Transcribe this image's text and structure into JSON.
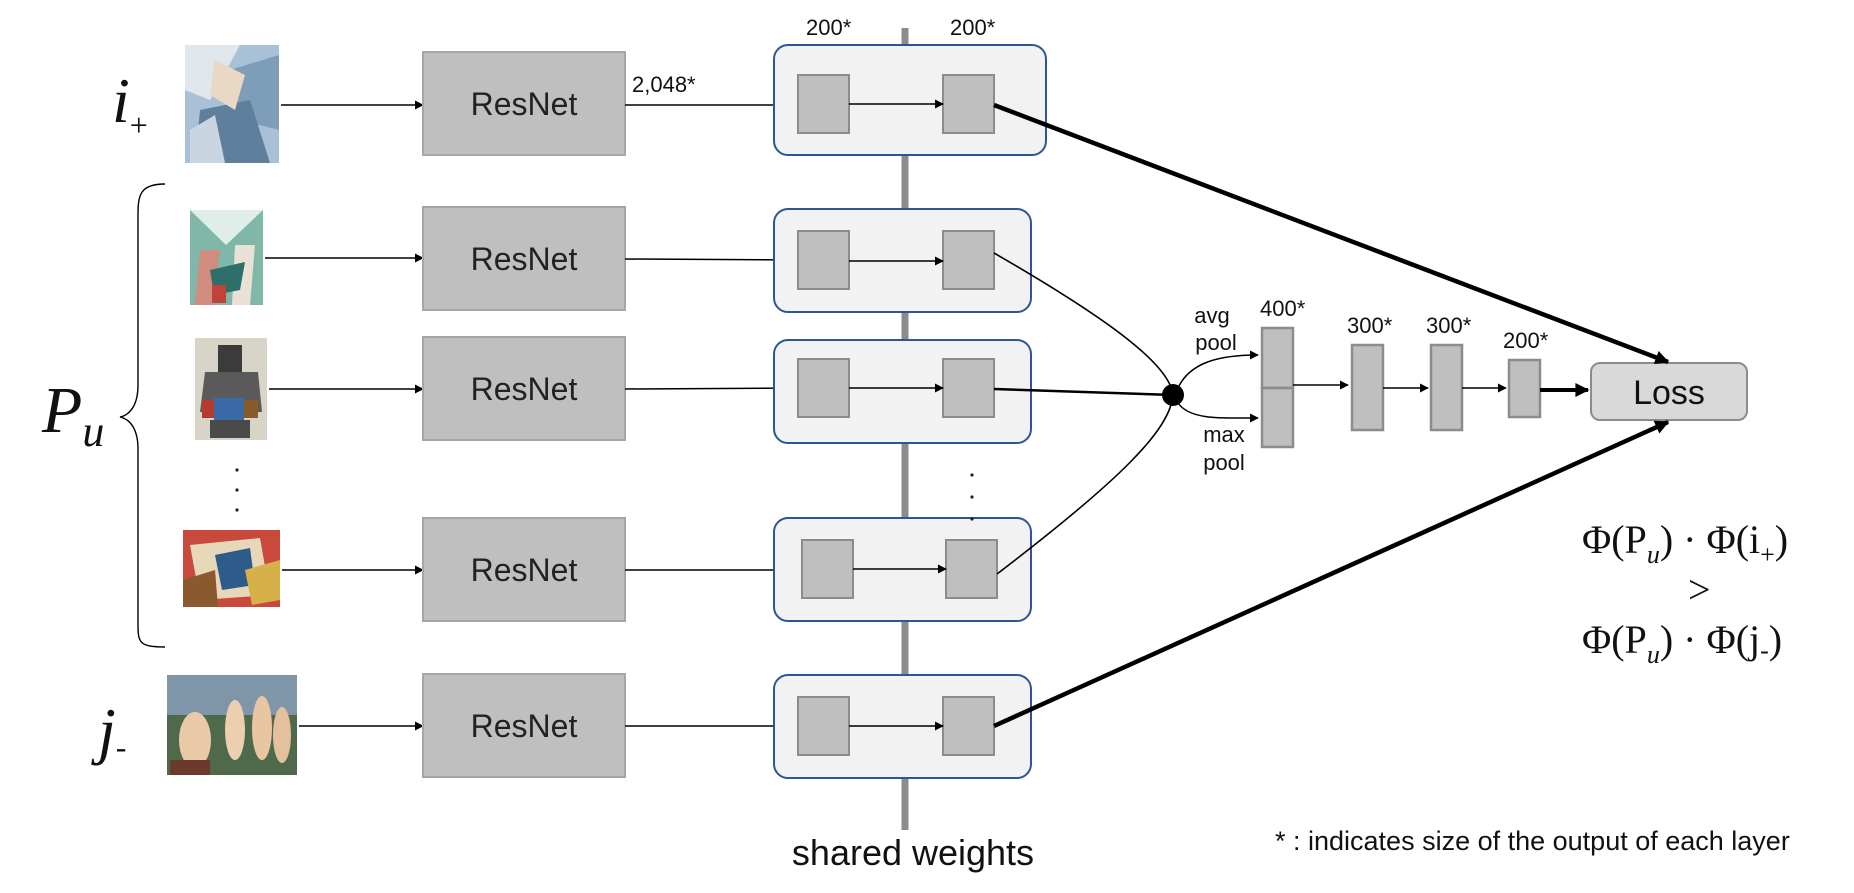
{
  "labels": {
    "i_plus_var": "i",
    "i_plus_sub": "+",
    "p_u_var": "P",
    "p_u_sub": "u",
    "j_minus_var": "j",
    "j_minus_sub": "-"
  },
  "resnet_label": "ResNet",
  "sizes": {
    "top_left": "200*",
    "top_right": "200*",
    "resnet_out": "2,048*",
    "agg_400": "400*",
    "agg_300a": "300*",
    "agg_300b": "300*",
    "agg_200": "200*"
  },
  "pool": {
    "avg_line1": "avg",
    "avg_line2": "pool",
    "max_line1": "max",
    "max_line2": "pool"
  },
  "loss_label": "Loss",
  "shared_weights": "shared weights",
  "footnote": "* : indicates size of the output of each layer",
  "formula": {
    "line1_a": "Φ(P",
    "line1_a_sub": "u",
    "line1_b": ") · Φ(i",
    "line1_b_sub": "+",
    "line1_c": ")",
    "gt": ">",
    "line3_a": "Φ(P",
    "line3_a_sub": "u",
    "line3_b": ") · Φ(j",
    "line3_b_sub": "-",
    "line3_c": ")"
  },
  "colors": {
    "resnet_fill": "#bfbfbf",
    "resnet_stroke": "#a6a6a6",
    "module_fill": "#f2f2f2",
    "module_stroke": "#2f5597",
    "layer_fill": "#bfbfbf",
    "layer_stroke": "#8c8c8c",
    "shared_axis": "#8c8c8c"
  },
  "images": [
    "cubist-portrait",
    "cubist-abstract-teal",
    "cubist-figure",
    "cubist-still-life",
    "classical-nudes"
  ]
}
